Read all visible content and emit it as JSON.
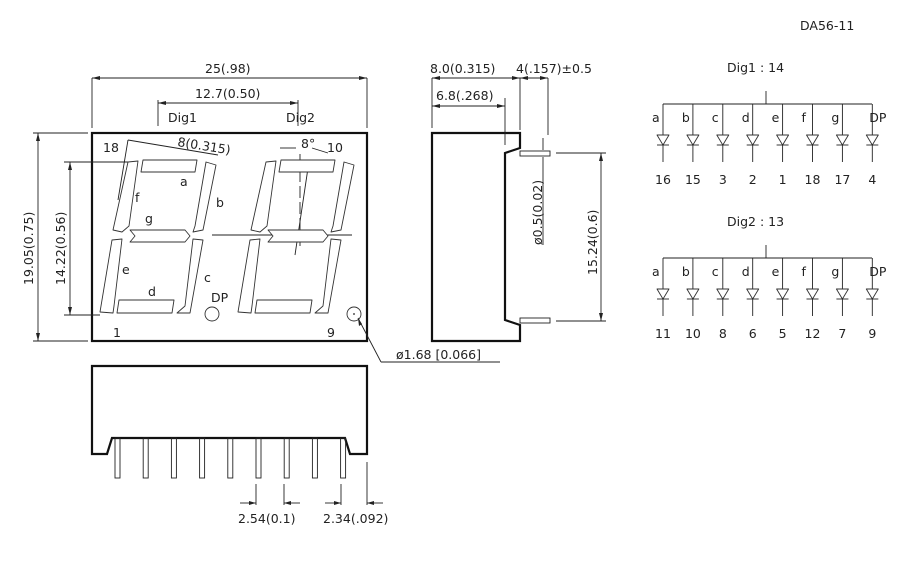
{
  "title": "DA56-11",
  "front_view": {
    "width_dim": "25(.98)",
    "pitch_dim": "12.7(0.50)",
    "dig1_label": "Dig1",
    "dig2_label": "Dig2",
    "height_dim": "19.05(0.75)",
    "digit_height_dim": "14.22(0.56)",
    "char_width_dim": "8(0.315)",
    "slant_dim": "8°",
    "pin_labels": {
      "p18": "18",
      "p10": "10",
      "p1": "1",
      "p9": "9"
    },
    "segment_labels": {
      "a": "a",
      "b": "b",
      "c": "c",
      "d": "d",
      "e": "e",
      "f": "f",
      "g": "g",
      "dp": "DP"
    },
    "hole_dim": "ø1.68 [0.066]"
  },
  "side_view": {
    "depth_dim": "8.0(0.315)",
    "body_depth_dim": "6.8(.268)",
    "pin_len_dim": "4(.157)±0.5",
    "pin_dia_dim": "ø0.5(0.02)",
    "row_spacing_dim": "15.24(0.6)"
  },
  "bottom_view": {
    "pin_pitch_dim": "2.54(0.1)",
    "edge_dim": "2.34(.092)"
  },
  "schematics": [
    {
      "title": "Dig1 : 14",
      "segments": [
        "a",
        "b",
        "c",
        "d",
        "e",
        "f",
        "g",
        "DP"
      ],
      "pins": [
        "16",
        "15",
        "3",
        "2",
        "1",
        "18",
        "17",
        "4"
      ]
    },
    {
      "title": "Dig2 : 13",
      "segments": [
        "a",
        "b",
        "c",
        "d",
        "e",
        "f",
        "g",
        "DP"
      ],
      "pins": [
        "11",
        "10",
        "8",
        "6",
        "5",
        "12",
        "7",
        "9"
      ]
    }
  ]
}
